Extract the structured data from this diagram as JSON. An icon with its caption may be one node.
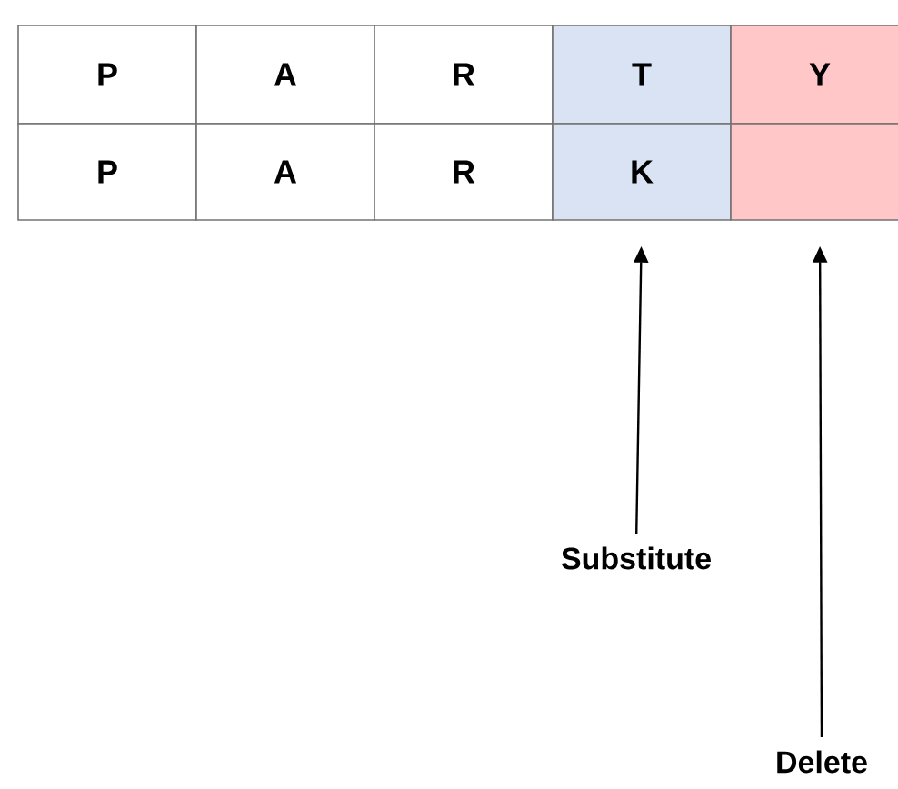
{
  "diagram": {
    "nodes": [
      {
        "text": [
          "P"
        ]
      },
      {
        "text": [
          "A"
        ]
      },
      {
        "text": [
          "R"
        ]
      },
      {
        "text": [
          "T"
        ]
      },
      {
        "text": [
          "Y"
        ]
      },
      {
        "text": [
          "P"
        ]
      },
      {
        "text": [
          "A"
        ]
      },
      {
        "text": [
          "R"
        ]
      },
      {
        "text": [
          "K"
        ]
      },
      {
        "text": [],
        "shape": "box"
      },
      {
        "text": [
          "Substitute"
        ]
      },
      {
        "text": [
          "Delete"
        ]
      }
    ],
    "edges": [
      {
        "from": 10,
        "to": 8,
        "arrow": "to"
      },
      {
        "from": 11,
        "to": 9,
        "arrow": "to"
      }
    ]
  }
}
